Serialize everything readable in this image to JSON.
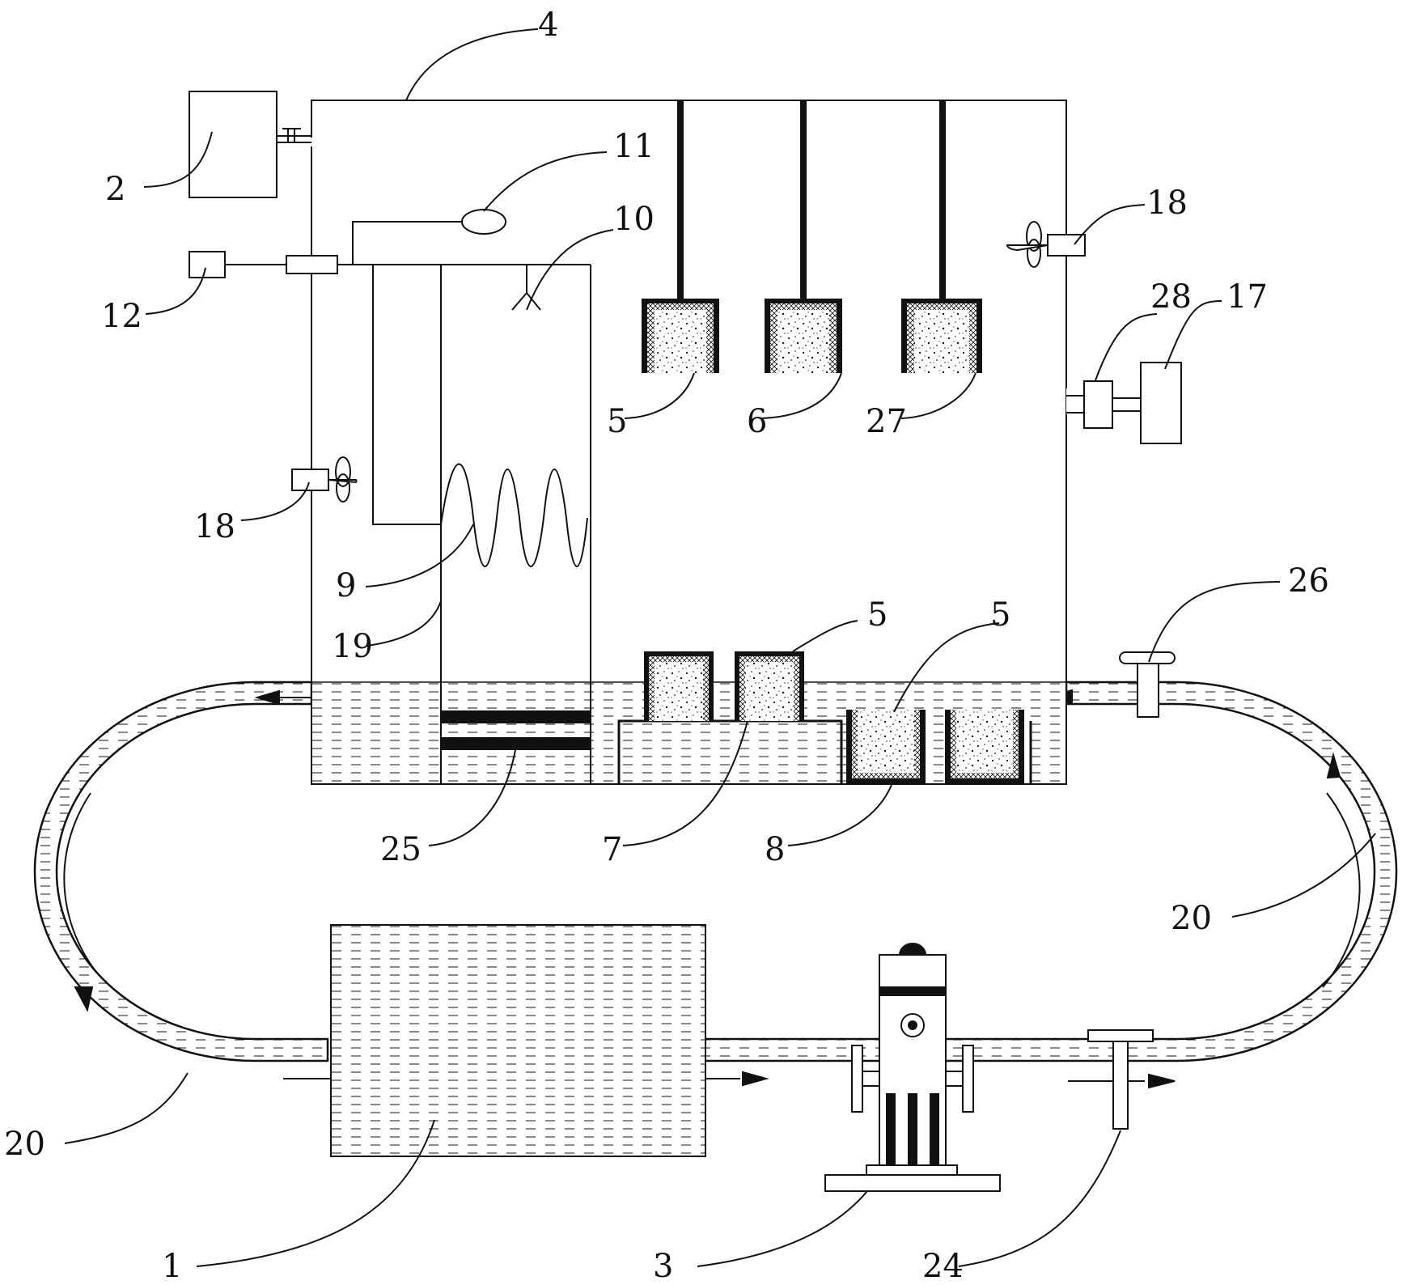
{
  "labels": {
    "l1": "1",
    "l2": "2",
    "l3": "3",
    "l4": "4",
    "l5a": "5",
    "l5b": "5",
    "l5c": "5",
    "l6": "6",
    "l7": "7",
    "l8": "8",
    "l9": "9",
    "l10": "10",
    "l11": "11",
    "l12": "12",
    "l17": "17",
    "l18a": "18",
    "l18b": "18",
    "l19": "19",
    "l20a": "20",
    "l20b": "20",
    "l24": "24",
    "l25": "25",
    "l26": "26",
    "l27": "27",
    "l28": "28"
  },
  "colors": {
    "ink": "#111111",
    "background": "#ffffff"
  }
}
